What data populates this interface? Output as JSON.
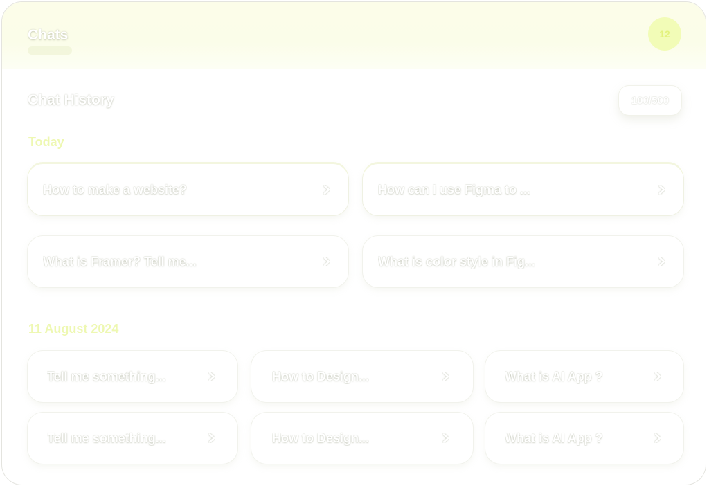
{
  "header": {
    "title": "Chats",
    "count": "12"
  },
  "history": {
    "title": "Chat History",
    "usage": "100/500"
  },
  "groups": [
    {
      "label": "Today",
      "items": [
        {
          "label": "How to make a website?"
        },
        {
          "label": "How can I use Figma to ..."
        },
        {
          "label": "What is Framer? Tell me..."
        },
        {
          "label": "What is color style in Fig..."
        }
      ]
    },
    {
      "label": "11 August 2024",
      "items": [
        {
          "label": "Tell me something..."
        },
        {
          "label": "How to Design..."
        },
        {
          "label": "What is AI App ?"
        },
        {
          "label": "Tell me something..."
        },
        {
          "label": "How to Design..."
        },
        {
          "label": "What is AI App ?"
        }
      ]
    }
  ],
  "icons": {
    "chevron": "chevron-right-icon"
  }
}
